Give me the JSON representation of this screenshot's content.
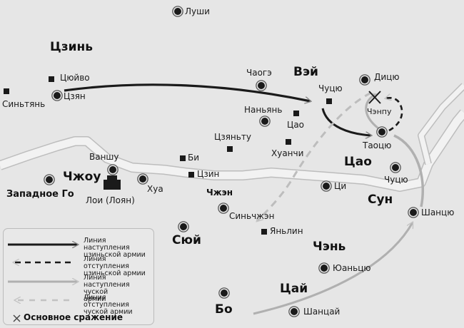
{
  "map": {
    "states": {
      "jin": "Цзинь",
      "wei": "Вэй",
      "zhou": "Чжоу",
      "western_guo": "Западное Го",
      "cao": "Цао",
      "song": "Сун",
      "zheng": "Чжэн",
      "xu": "Сюй",
      "chen": "Чэнь",
      "cai": "Цай",
      "bo": "Бо"
    },
    "places": {
      "lushi": "Луши",
      "quwo": "Цюйво",
      "jiang": "Цзян",
      "xintian": "Синьтянь",
      "chaoge": "Чаогэ",
      "chuqiu_wei": "Чуцю",
      "diqiu": "Дицю",
      "chengpu": "Чэнпу",
      "nanyang": "Наньянь",
      "cao_town": "Цао",
      "jiantu": "Цзяньту",
      "huanchi": "Хуанчи",
      "taoqiu": "Таоцю",
      "wanshu": "Ваншу",
      "bi": "Би",
      "jin_town": "Цзин",
      "hua": "Хуа",
      "loyi": "Лои (Лоян)",
      "chuqiu_cao": "Чуцю",
      "ci": "Ци",
      "xinzheng": "Синьчжэн",
      "shangqiu": "Шанцю",
      "yanling": "Яньлин",
      "yuanqiu": "Юаньцю",
      "shangcai": "Шанцай"
    },
    "colors": {
      "background": "#e6e6e6",
      "river": "#f2f2f2",
      "river_edge": "#bdbdbd",
      "jin_army": "#1a1a1a",
      "chu_army": "#b0b0b0"
    }
  },
  "legend": {
    "jin_advance": "Линия наступления цзиньской армии",
    "jin_retreat": "Линия отступления цзиньской армии",
    "chu_advance": "Линия наступления чуской армии",
    "chu_retreat": "Линия отступления чуской армии",
    "battle": "Основное сражение",
    "battle_icon": "crossed-swords"
  }
}
